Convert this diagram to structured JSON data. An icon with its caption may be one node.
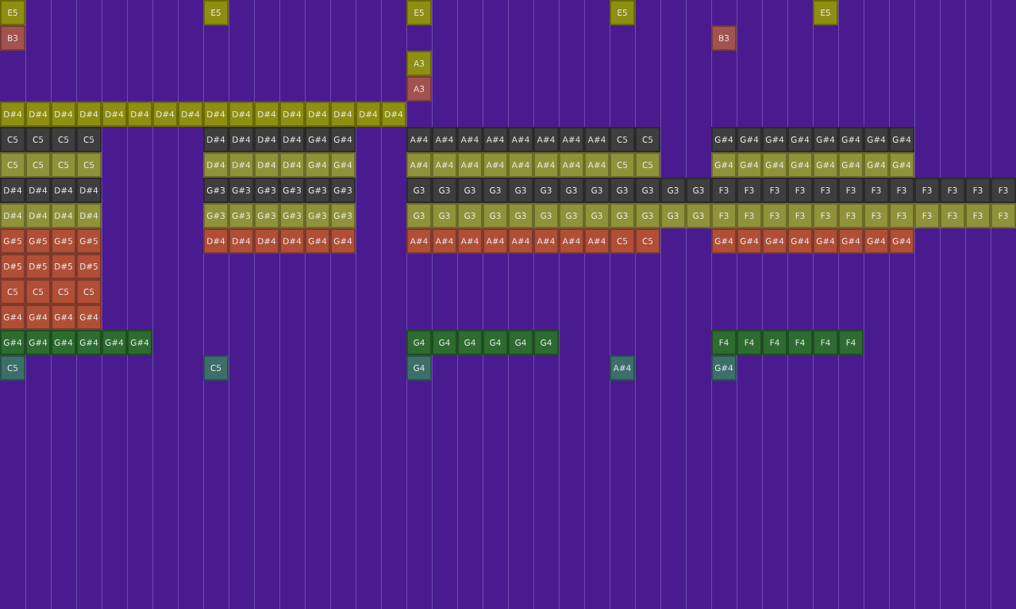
{
  "diagram": {
    "nodes": [
      {
        "text": [
          "E5"
        ]
      },
      {
        "text": [
          "E5"
        ]
      },
      {
        "text": [
          "E5"
        ]
      },
      {
        "text": [
          "E5"
        ]
      },
      {
        "text": [
          "E5"
        ]
      },
      {
        "text": [
          "B3"
        ]
      },
      {
        "text": [
          "B3"
        ]
      },
      {
        "text": [
          "A3"
        ]
      },
      {
        "text": [
          "A3"
        ]
      },
      {
        "text": [
          "D#4"
        ]
      },
      {
        "text": [
          "D#4"
        ]
      },
      {
        "text": [
          "D#4"
        ]
      },
      {
        "text": [
          "D#4"
        ]
      },
      {
        "text": [
          "D#4"
        ]
      },
      {
        "text": [
          "D#4"
        ]
      },
      {
        "text": [
          "D#4"
        ]
      },
      {
        "text": [
          "D#4"
        ]
      },
      {
        "text": [
          "D#4"
        ]
      },
      {
        "text": [
          "D#4"
        ]
      },
      {
        "text": [
          "D#4"
        ]
      },
      {
        "text": [
          "D#4"
        ]
      },
      {
        "text": [
          "D#4"
        ]
      },
      {
        "text": [
          "D#4"
        ]
      },
      {
        "text": [
          "D#4"
        ]
      },
      {
        "text": [
          "D#4"
        ]
      },
      {
        "text": [
          "C5"
        ]
      },
      {
        "text": [
          "C5"
        ]
      },
      {
        "text": [
          "C5"
        ]
      },
      {
        "text": [
          "C5"
        ]
      },
      {
        "text": [
          "D#4"
        ]
      },
      {
        "text": [
          "D#4"
        ]
      },
      {
        "text": [
          "D#4"
        ]
      },
      {
        "text": [
          "D#4"
        ]
      },
      {
        "text": [
          "G#4"
        ]
      },
      {
        "text": [
          "G#4"
        ]
      },
      {
        "text": [
          "A#4"
        ]
      },
      {
        "text": [
          "A#4"
        ]
      },
      {
        "text": [
          "A#4"
        ]
      },
      {
        "text": [
          "A#4"
        ]
      },
      {
        "text": [
          "A#4"
        ]
      },
      {
        "text": [
          "A#4"
        ]
      },
      {
        "text": [
          "A#4"
        ]
      },
      {
        "text": [
          "A#4"
        ]
      },
      {
        "text": [
          "C5"
        ]
      },
      {
        "text": [
          "C5"
        ]
      },
      {
        "text": [
          "G#4"
        ]
      },
      {
        "text": [
          "G#4"
        ]
      },
      {
        "text": [
          "G#4"
        ]
      },
      {
        "text": [
          "G#4"
        ]
      },
      {
        "text": [
          "G#4"
        ]
      },
      {
        "text": [
          "G#4"
        ]
      },
      {
        "text": [
          "G#4"
        ]
      },
      {
        "text": [
          "G#4"
        ]
      },
      {
        "text": [
          "C5"
        ]
      },
      {
        "text": [
          "C5"
        ]
      },
      {
        "text": [
          "C5"
        ]
      },
      {
        "text": [
          "C5"
        ]
      },
      {
        "text": [
          "D#4"
        ]
      },
      {
        "text": [
          "D#4"
        ]
      },
      {
        "text": [
          "D#4"
        ]
      },
      {
        "text": [
          "D#4"
        ]
      },
      {
        "text": [
          "G#4"
        ]
      },
      {
        "text": [
          "G#4"
        ]
      },
      {
        "text": [
          "A#4"
        ]
      },
      {
        "text": [
          "A#4"
        ]
      },
      {
        "text": [
          "A#4"
        ]
      },
      {
        "text": [
          "A#4"
        ]
      },
      {
        "text": [
          "A#4"
        ]
      },
      {
        "text": [
          "A#4"
        ]
      },
      {
        "text": [
          "A#4"
        ]
      },
      {
        "text": [
          "A#4"
        ]
      },
      {
        "text": [
          "C5"
        ]
      },
      {
        "text": [
          "C5"
        ]
      },
      {
        "text": [
          "G#4"
        ]
      },
      {
        "text": [
          "G#4"
        ]
      },
      {
        "text": [
          "G#4"
        ]
      },
      {
        "text": [
          "G#4"
        ]
      },
      {
        "text": [
          "G#4"
        ]
      },
      {
        "text": [
          "G#4"
        ]
      },
      {
        "text": [
          "G#4"
        ]
      },
      {
        "text": [
          "G#4"
        ]
      },
      {
        "text": [
          "D#4"
        ]
      },
      {
        "text": [
          "D#4"
        ]
      },
      {
        "text": [
          "D#4"
        ]
      },
      {
        "text": [
          "D#4"
        ]
      },
      {
        "text": [
          "G#3"
        ]
      },
      {
        "text": [
          "G#3"
        ]
      },
      {
        "text": [
          "G#3"
        ]
      },
      {
        "text": [
          "G#3"
        ]
      },
      {
        "text": [
          "G#3"
        ]
      },
      {
        "text": [
          "G#3"
        ]
      },
      {
        "text": [
          "G3"
        ]
      },
      {
        "text": [
          "G3"
        ]
      },
      {
        "text": [
          "G3"
        ]
      },
      {
        "text": [
          "G3"
        ]
      },
      {
        "text": [
          "G3"
        ]
      },
      {
        "text": [
          "G3"
        ]
      },
      {
        "text": [
          "G3"
        ]
      },
      {
        "text": [
          "G3"
        ]
      },
      {
        "text": [
          "G3"
        ]
      },
      {
        "text": [
          "G3"
        ]
      },
      {
        "text": [
          "G3"
        ]
      },
      {
        "text": [
          "G3"
        ]
      },
      {
        "text": [
          "F3"
        ]
      },
      {
        "text": [
          "F3"
        ]
      },
      {
        "text": [
          "F3"
        ]
      },
      {
        "text": [
          "F3"
        ]
      },
      {
        "text": [
          "F3"
        ]
      },
      {
        "text": [
          "F3"
        ]
      },
      {
        "text": [
          "F3"
        ]
      },
      {
        "text": [
          "F3"
        ]
      },
      {
        "text": [
          "F3"
        ]
      },
      {
        "text": [
          "F3"
        ]
      },
      {
        "text": [
          "F3"
        ]
      },
      {
        "text": [
          "F3"
        ]
      },
      {
        "text": [
          "D#4"
        ]
      },
      {
        "text": [
          "D#4"
        ]
      },
      {
        "text": [
          "D#4"
        ]
      },
      {
        "text": [
          "D#4"
        ]
      },
      {
        "text": [
          "G#3"
        ]
      },
      {
        "text": [
          "G#3"
        ]
      },
      {
        "text": [
          "G#3"
        ]
      },
      {
        "text": [
          "G#3"
        ]
      },
      {
        "text": [
          "G#3"
        ]
      },
      {
        "text": [
          "G#3"
        ]
      },
      {
        "text": [
          "G3"
        ]
      },
      {
        "text": [
          "G3"
        ]
      },
      {
        "text": [
          "G3"
        ]
      },
      {
        "text": [
          "G3"
        ]
      },
      {
        "text": [
          "G3"
        ]
      },
      {
        "text": [
          "G3"
        ]
      },
      {
        "text": [
          "G3"
        ]
      },
      {
        "text": [
          "G3"
        ]
      },
      {
        "text": [
          "G3"
        ]
      },
      {
        "text": [
          "G3"
        ]
      },
      {
        "text": [
          "G3"
        ]
      },
      {
        "text": [
          "G3"
        ]
      },
      {
        "text": [
          "F3"
        ]
      },
      {
        "text": [
          "F3"
        ]
      },
      {
        "text": [
          "F3"
        ]
      },
      {
        "text": [
          "F3"
        ]
      },
      {
        "text": [
          "F3"
        ]
      },
      {
        "text": [
          "F3"
        ]
      },
      {
        "text": [
          "F3"
        ]
      },
      {
        "text": [
          "F3"
        ]
      },
      {
        "text": [
          "F3"
        ]
      },
      {
        "text": [
          "F3"
        ]
      },
      {
        "text": [
          "F3"
        ]
      },
      {
        "text": [
          "F3"
        ]
      },
      {
        "text": [
          "G#5"
        ]
      },
      {
        "text": [
          "G#5"
        ]
      },
      {
        "text": [
          "G#5"
        ]
      },
      {
        "text": [
          "G#5"
        ]
      },
      {
        "text": [
          "D#4"
        ]
      },
      {
        "text": [
          "D#4"
        ]
      },
      {
        "text": [
          "D#4"
        ]
      },
      {
        "text": [
          "D#4"
        ]
      },
      {
        "text": [
          "G#4"
        ]
      },
      {
        "text": [
          "G#4"
        ]
      },
      {
        "text": [
          "A#4"
        ]
      },
      {
        "text": [
          "A#4"
        ]
      },
      {
        "text": [
          "A#4"
        ]
      },
      {
        "text": [
          "A#4"
        ]
      },
      {
        "text": [
          "A#4"
        ]
      },
      {
        "text": [
          "A#4"
        ]
      },
      {
        "text": [
          "A#4"
        ]
      },
      {
        "text": [
          "A#4"
        ]
      },
      {
        "text": [
          "C5"
        ]
      },
      {
        "text": [
          "C5"
        ]
      },
      {
        "text": [
          "G#4"
        ]
      },
      {
        "text": [
          "G#4"
        ]
      },
      {
        "text": [
          "G#4"
        ]
      },
      {
        "text": [
          "G#4"
        ]
      },
      {
        "text": [
          "G#4"
        ]
      },
      {
        "text": [
          "G#4"
        ]
      },
      {
        "text": [
          "G#4"
        ]
      },
      {
        "text": [
          "G#4"
        ]
      },
      {
        "text": [
          "D#5"
        ]
      },
      {
        "text": [
          "D#5"
        ]
      },
      {
        "text": [
          "D#5"
        ]
      },
      {
        "text": [
          "D#5"
        ]
      },
      {
        "text": [
          "C5"
        ]
      },
      {
        "text": [
          "C5"
        ]
      },
      {
        "text": [
          "C5"
        ]
      },
      {
        "text": [
          "C5"
        ]
      },
      {
        "text": [
          "G#4"
        ]
      },
      {
        "text": [
          "G#4"
        ]
      },
      {
        "text": [
          "G#4"
        ]
      },
      {
        "text": [
          "G#4"
        ]
      },
      {
        "text": [
          "G#4"
        ]
      },
      {
        "text": [
          "G#4"
        ]
      },
      {
        "text": [
          "G#4"
        ]
      },
      {
        "text": [
          "G#4"
        ]
      },
      {
        "text": [
          "G#4"
        ]
      },
      {
        "text": [
          "G#4"
        ]
      },
      {
        "text": [
          "G4"
        ]
      },
      {
        "text": [
          "G4"
        ]
      },
      {
        "text": [
          "G4"
        ]
      },
      {
        "text": [
          "G4"
        ]
      },
      {
        "text": [
          "G4"
        ]
      },
      {
        "text": [
          "G4"
        ]
      },
      {
        "text": [
          "F4"
        ]
      },
      {
        "text": [
          "F4"
        ]
      },
      {
        "text": [
          "F4"
        ]
      },
      {
        "text": [
          "F4"
        ]
      },
      {
        "text": [
          "F4"
        ]
      },
      {
        "text": [
          "F4"
        ]
      },
      {
        "text": [
          "C5"
        ]
      },
      {
        "text": [
          "C5"
        ]
      },
      {
        "text": [
          "G4"
        ]
      },
      {
        "text": [
          "A#4"
        ]
      },
      {
        "text": [
          "G#4"
        ]
      }
    ]
  }
}
